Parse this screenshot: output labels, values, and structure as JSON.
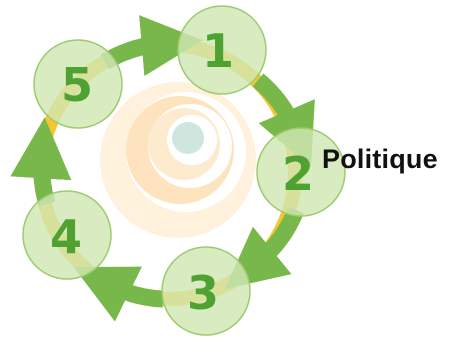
{
  "diagram": {
    "steps": [
      {
        "number": "1"
      },
      {
        "number": "2"
      },
      {
        "number": "3"
      },
      {
        "number": "4"
      },
      {
        "number": "5"
      }
    ],
    "side_label": "Politique",
    "colors": {
      "ring": "#f6c531",
      "arrow": "#78b84a",
      "circle_fill": "#cfe6b3",
      "circle_stroke": "#9ccb6e",
      "number": "#4fa232",
      "swirl": "#fde4bf",
      "center": "#cfe6df"
    }
  }
}
